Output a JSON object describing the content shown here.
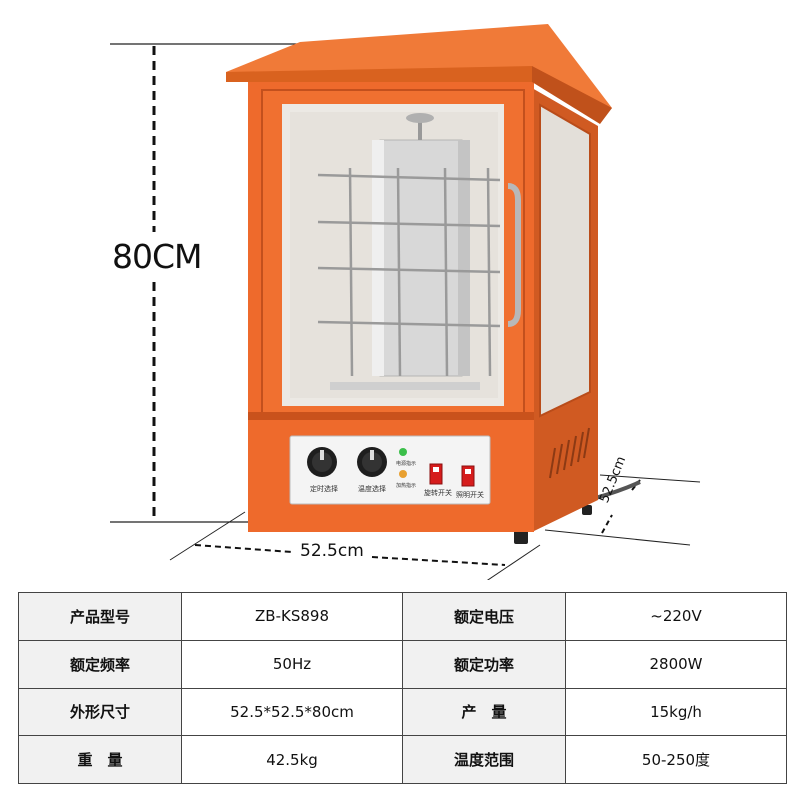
{
  "dimensions": {
    "height": "80CM",
    "width": "52.5cm",
    "depth": "52.5cm"
  },
  "control_panel": {
    "timer_label": "定时选择",
    "temp_label": "温度选择",
    "power_light_label": "电源指示",
    "heat_light_label": "加热指示",
    "rotate_switch_label": "旋转开关",
    "light_switch_label": "照明开关"
  },
  "colors": {
    "body": "#ee6a2c",
    "body_dark": "#c9521c",
    "roof": "#f07a38",
    "glass": "#ece9e4",
    "panel": "#f4f4f4",
    "switch_red": "#e02020"
  },
  "specs": [
    [
      {
        "label": "产品型号",
        "value": "ZB-KS898"
      },
      {
        "label": "额定电压",
        "value": "~220V"
      }
    ],
    [
      {
        "label": "额定频率",
        "value": "50Hz"
      },
      {
        "label": "额定功率",
        "value": "2800W"
      }
    ],
    [
      {
        "label": "外形尺寸",
        "value": "52.5*52.5*80cm"
      },
      {
        "label": "产　量",
        "value": "15kg/h"
      }
    ],
    [
      {
        "label": "重　量",
        "value": "42.5kg"
      },
      {
        "label": "温度范围",
        "value": "50-250度"
      }
    ]
  ]
}
